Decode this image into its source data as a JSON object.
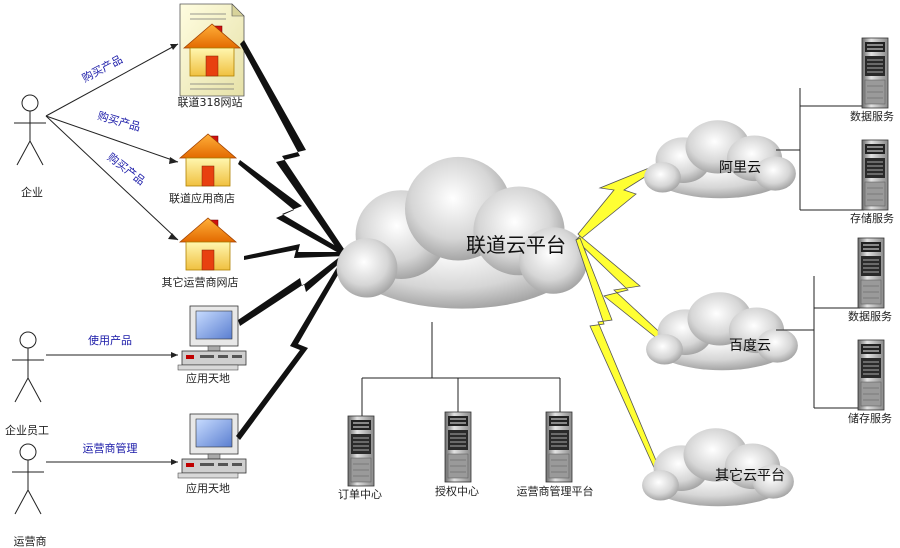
{
  "actors": [
    {
      "id": "enterprise",
      "label": "企业"
    },
    {
      "id": "employee",
      "label": "企业员工"
    },
    {
      "id": "operator",
      "label": "运营商"
    }
  ],
  "channels": [
    {
      "id": "website",
      "label": "联道318网站"
    },
    {
      "id": "app_store",
      "label": "联道应用商店"
    },
    {
      "id": "other_store",
      "label": "其它运营商网店"
    },
    {
      "id": "pc1",
      "label": "应用天地"
    },
    {
      "id": "pc2",
      "label": "应用天地"
    }
  ],
  "edges": [
    {
      "id": "buy1",
      "label": "购买产品"
    },
    {
      "id": "buy2",
      "label": "购买产品"
    },
    {
      "id": "buy3",
      "label": "购买产品"
    },
    {
      "id": "use",
      "label": "使用产品"
    },
    {
      "id": "manage",
      "label": "运营商管理"
    }
  ],
  "platform": {
    "label": "联道云平台"
  },
  "platform_servers": [
    {
      "id": "order",
      "label": "订单中心"
    },
    {
      "id": "auth",
      "label": "授权中心"
    },
    {
      "id": "opmgmt",
      "label": "运营商管理平台"
    }
  ],
  "clouds": [
    {
      "id": "aliyun",
      "label": "阿里云",
      "services": [
        "数据服务",
        "存储服务"
      ]
    },
    {
      "id": "baidu",
      "label": "百度云",
      "services": [
        "数据服务",
        "储存服务"
      ]
    },
    {
      "id": "other",
      "label": "其它云平台",
      "services": []
    }
  ]
}
